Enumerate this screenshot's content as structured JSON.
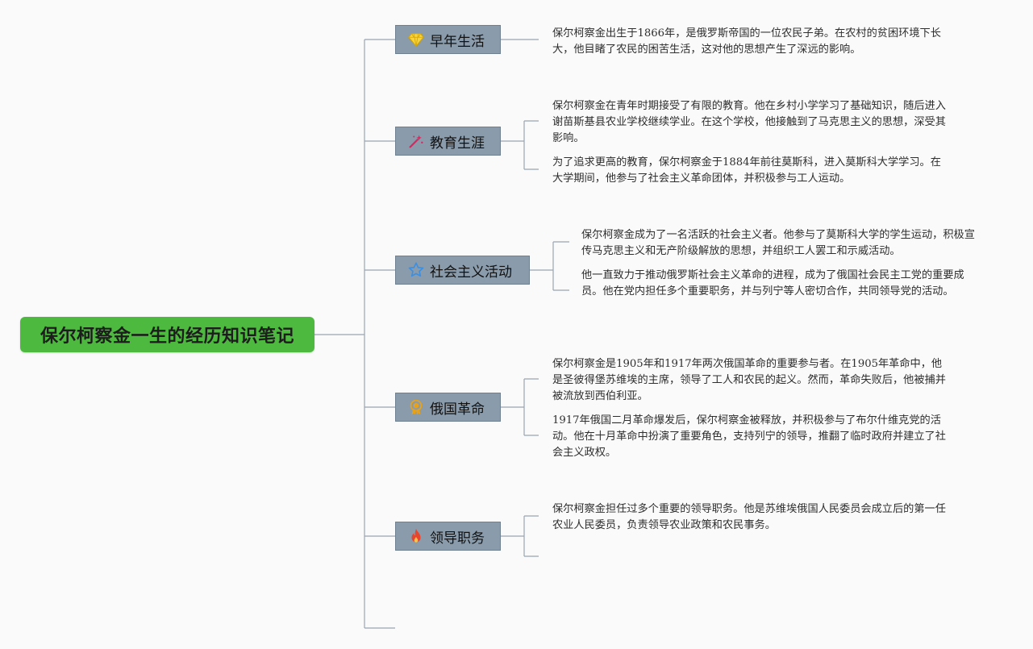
{
  "root": {
    "title": "保尔柯察金一生的经历知识笔记"
  },
  "colors": {
    "root_bg": "#4dba3f",
    "branch_bg": "#8a9bab",
    "line": "#9aa5b1"
  },
  "branches": [
    {
      "id": "early",
      "label": "早年生活",
      "icon": "diamond-icon",
      "icon_color": "#f1c40f",
      "leaves": [
        "保尔柯察金出生于1866年，是俄罗斯帝国的一位农民子弟。在农村的贫困环境下长大，他目睹了农民的困苦生活，这对他的思想产生了深远的影响。"
      ]
    },
    {
      "id": "education",
      "label": "教育生涯",
      "icon": "magic-wand-icon",
      "icon_color": "#e0245e",
      "leaves": [
        "保尔柯察金在青年时期接受了有限的教育。他在乡村小学学习了基础知识，随后进入谢苗斯基县农业学校继续学业。在这个学校，他接触到了马克思主义的思想，深受其影响。",
        "为了追求更高的教育，保尔柯察金于1884年前往莫斯科，进入莫斯科大学学习。在大学期间，他参与了社会主义革命团体，并积极参与工人运动。"
      ]
    },
    {
      "id": "socialist",
      "label": "社会主义活动",
      "icon": "star-icon",
      "icon_color": "#3d8fe0",
      "leaves": [
        "保尔柯察金成为了一名活跃的社会主义者。他参与了莫斯科大学的学生运动，积极宣传马克思主义和无产阶级解放的思想，并组织工人罢工和示威活动。",
        "他一直致力于推动俄罗斯社会主义革命的进程，成为了俄国社会民主工党的重要成员。他在党内担任多个重要职务，并与列宁等人密切合作，共同领导党的活动。"
      ]
    },
    {
      "id": "revolution",
      "label": "俄国革命",
      "icon": "medal-icon",
      "icon_color": "#e8a21a",
      "leaves": [
        "保尔柯察金是1905年和1917年两次俄国革命的重要参与者。在1905年革命中，他是圣彼得堡苏维埃的主席，领导了工人和农民的起义。然而，革命失败后，他被捕并被流放到西伯利亚。",
        "1917年俄国二月革命爆发后，保尔柯察金被释放，并积极参与了布尔什维克党的活动。他在十月革命中扮演了重要角色，支持列宁的领导，推翻了临时政府并建立了社会主义政权。"
      ]
    },
    {
      "id": "leadership",
      "label": "领导职务",
      "icon": "fire-icon",
      "icon_color": "#e8452c",
      "leaves": [
        "保尔柯察金担任过多个重要的领导职务。他是苏维埃俄国人民委员会成立后的第一任农业人民委员，负责领导农业政策和农民事务。",
        ""
      ]
    }
  ]
}
